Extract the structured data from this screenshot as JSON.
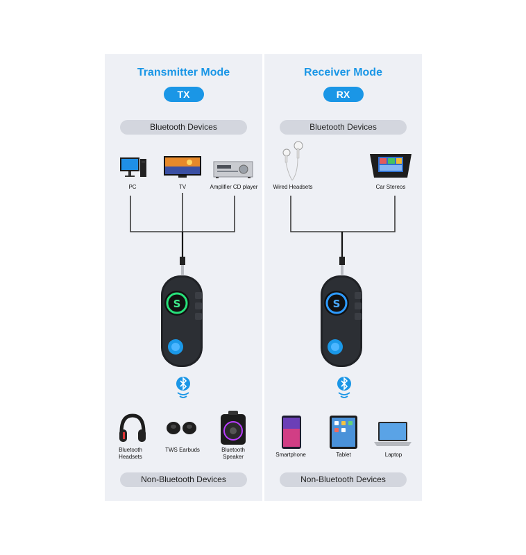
{
  "left": {
    "title": "Transmitter Mode",
    "badge": "TX",
    "top_bar": "Bluetooth Devices",
    "top_devices": [
      {
        "label": "PC",
        "icon": "monitor-icon"
      },
      {
        "label": "TV",
        "icon": "tv-icon"
      },
      {
        "label": "Amplifier CD player",
        "icon": "amplifier-icon"
      }
    ],
    "bottom_devices": [
      {
        "label1": "Bluetooth",
        "label2": "Headsets",
        "icon": "headphones-icon"
      },
      {
        "label1": "TWS Earbuds",
        "label2": "",
        "icon": "earbuds-icon"
      },
      {
        "label1": "Bluetooth",
        "label2": "Speaker",
        "icon": "speaker-icon"
      }
    ],
    "bottom_bar": "Non-Bluetooth Devices",
    "ring_color": "#27e07a"
  },
  "right": {
    "title": "Receiver Mode",
    "badge": "RX",
    "top_bar": "Bluetooth Devices",
    "top_devices": [
      {
        "label": "Wired Headsets",
        "icon": "wired-earphones-icon"
      },
      {
        "label": "Car Stereos",
        "icon": "car-stereo-icon"
      }
    ],
    "bottom_devices": [
      {
        "label": "Smartphone",
        "icon": "smartphone-icon"
      },
      {
        "label": "Tablet",
        "icon": "tablet-icon"
      },
      {
        "label": "Laptop",
        "icon": "laptop-icon"
      }
    ],
    "bottom_bar": "Non-Bluetooth Devices",
    "ring_color": "#2e9bff"
  },
  "colors": {
    "accent": "#1a96e6",
    "panel": "#eef0f5",
    "bar": "#d3d6de"
  }
}
